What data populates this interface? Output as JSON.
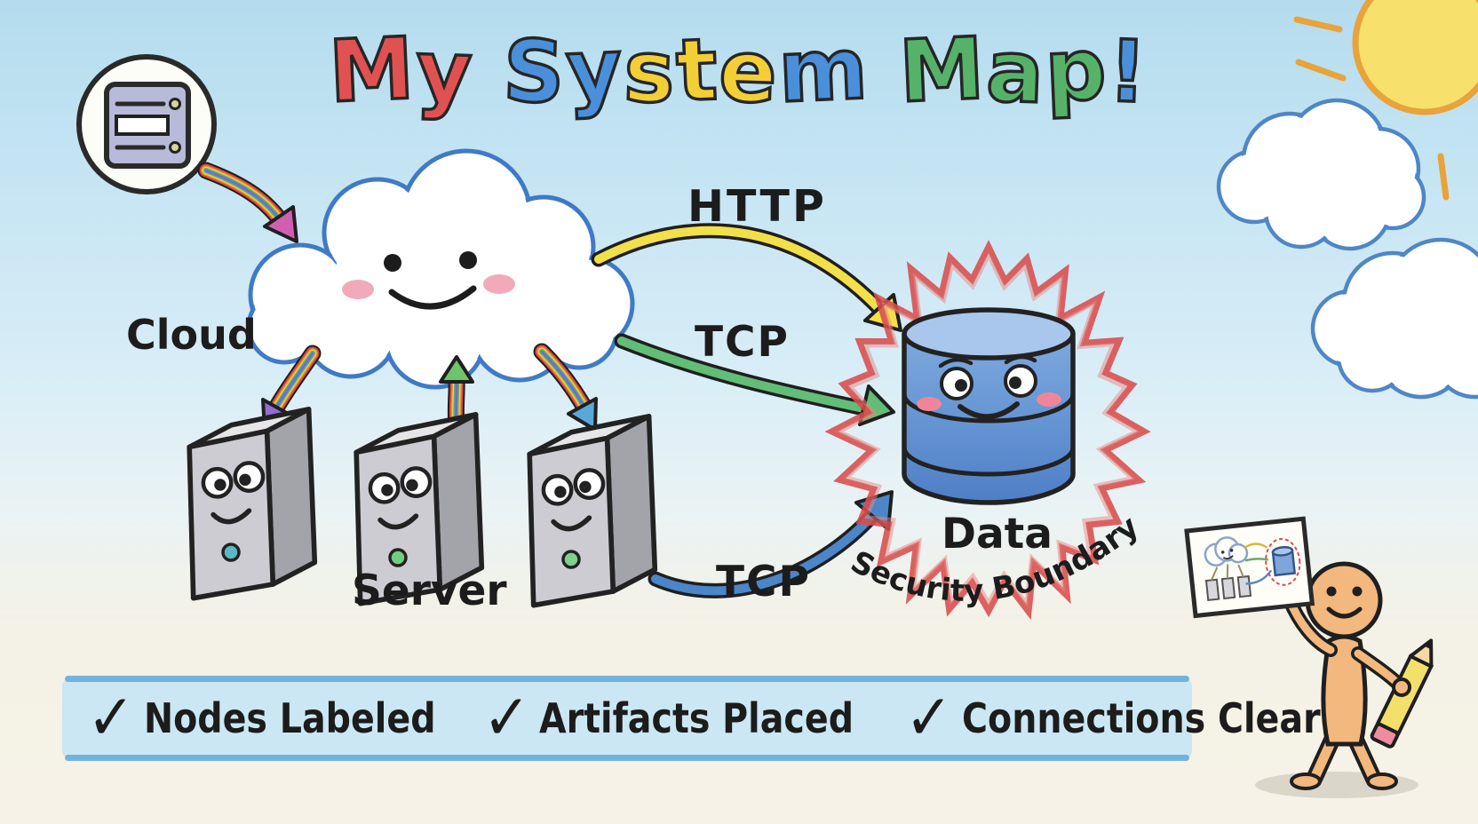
{
  "title": {
    "text": "My System Map!",
    "letters": [
      {
        "ch": "M",
        "color": "#e05251"
      },
      {
        "ch": "y",
        "color": "#e05251"
      },
      {
        "ch": " "
      },
      {
        "ch": "S",
        "color": "#4a8fd9"
      },
      {
        "ch": "y",
        "color": "#4a8fd9"
      },
      {
        "ch": "s",
        "color": "#f2cf35"
      },
      {
        "ch": "t",
        "color": "#f2cf35"
      },
      {
        "ch": "e",
        "color": "#f2cf35"
      },
      {
        "ch": "m",
        "color": "#4a8fd9"
      },
      {
        "ch": " "
      },
      {
        "ch": "M",
        "color": "#57b269"
      },
      {
        "ch": "a",
        "color": "#57b269"
      },
      {
        "ch": "p",
        "color": "#57b269"
      },
      {
        "ch": "!",
        "color": "#4a8fd9"
      }
    ]
  },
  "scene": {
    "origin_badge": {
      "icon": "server-badge-icon"
    },
    "cloud": {
      "label": "Cloud",
      "face": "smiley-face-icon"
    },
    "servers": {
      "label": "Server",
      "count": 3,
      "face": "smiley-face-icon"
    },
    "database": {
      "label": "Data",
      "face": "smiley-face-icon"
    },
    "boundary": {
      "label": "Security Boundary",
      "color": "#d84c4c"
    },
    "rainbow_links": [
      "badge to cloud",
      "cloud to server-1",
      "server-2 to cloud",
      "cloud to server-3"
    ]
  },
  "connections": [
    {
      "label": "HTTP",
      "color": "#f2e04a",
      "from": "cloud",
      "to": "data"
    },
    {
      "label": "TCP",
      "color": "#62bd77",
      "from": "cloud",
      "to": "data"
    },
    {
      "label": "TCP",
      "color": "#4a86c8",
      "from": "server-3",
      "to": "data"
    }
  ],
  "checklist": {
    "items": [
      {
        "check": "✓",
        "label": "Nodes Labeled"
      },
      {
        "check": "✓",
        "label": "Artifacts Placed"
      },
      {
        "check": "✓",
        "label": "Connections Clear"
      }
    ]
  },
  "decorations": {
    "icons": [
      "sun-icon",
      "cloud-icon",
      "pencil-icon",
      "mini-map-card",
      "mascot-figure",
      "rainbow-arrow-icon"
    ]
  },
  "colors": {
    "sky": "#bfe2f2",
    "paper": "#f6f2e7",
    "band": "#cbe7f3",
    "band_edge": "#61a9d6",
    "boundary_red": "#d84c4c",
    "database_blue": "#6f9bd6",
    "server_gray": "#ccccd2",
    "skin": "#f2b87e",
    "pencil_yellow": "#f2e06b"
  }
}
